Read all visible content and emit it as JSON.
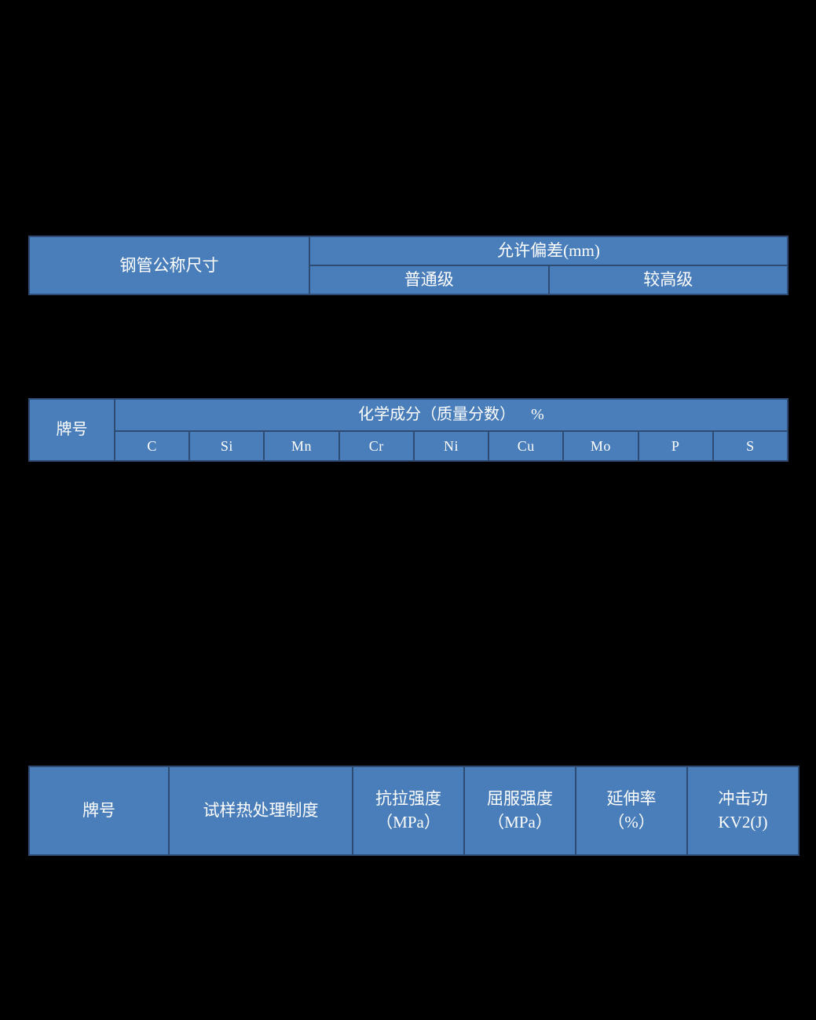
{
  "page": {
    "background_color": "#000000",
    "cell_fill_color": "#4a7ebb",
    "cell_border_color": "#2e4c73",
    "text_color": "#ffffff"
  },
  "tables": {
    "pipe_size": {
      "name_header": "钢管公称尺寸",
      "deviation_header": "允许偏差(mm)",
      "grades": [
        "普通级",
        "较高级"
      ]
    },
    "chemical_composition": {
      "grade_header": "牌号",
      "composition_header": "化学成分（质量分数）    %",
      "elements": [
        "C",
        "Si",
        "Mn",
        "Cr",
        "Ni",
        "Cu",
        "Mo",
        "P",
        "S"
      ]
    },
    "mechanical_properties": {
      "columns": [
        {
          "line1": "牌号",
          "line2": ""
        },
        {
          "line1": "试样热处理制度",
          "line2": ""
        },
        {
          "line1": "抗拉强度",
          "line2": "（MPa）"
        },
        {
          "line1": "屈服强度",
          "line2": "（MPa）"
        },
        {
          "line1": "延伸率",
          "line2": "（%）"
        },
        {
          "line1": "冲击功",
          "line2": "KV2(J)"
        }
      ]
    }
  }
}
